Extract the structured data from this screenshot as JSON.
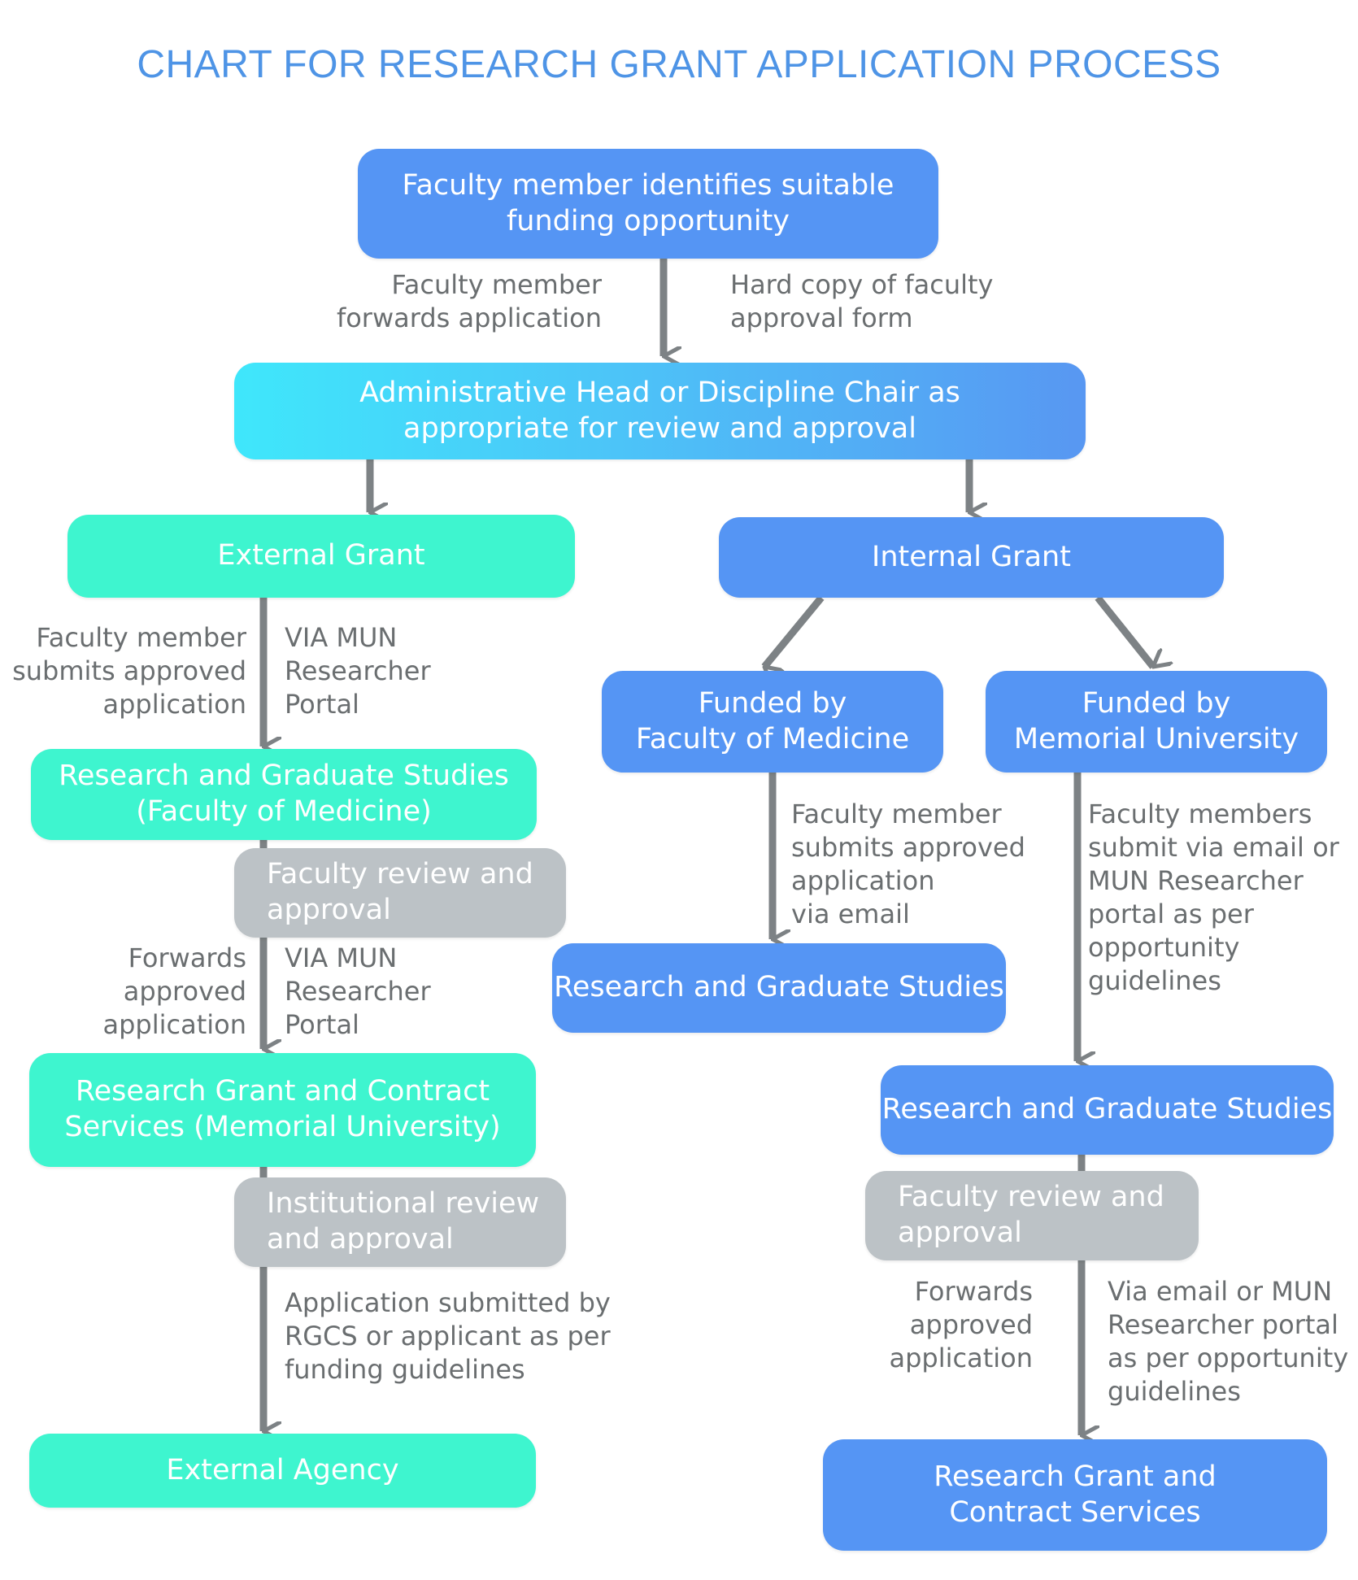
{
  "title": "CHART FOR RESEARCH GRANT APPLICATION PROCESS",
  "nodes": {
    "start": [
      "Faculty member identifies suitable",
      "funding opportunity"
    ],
    "admin": [
      "Administrative Head or Discipline Chair as",
      "appropriate for review and approval"
    ],
    "external_grant": [
      "External Grant"
    ],
    "internal_grant": [
      "Internal Grant"
    ],
    "funded_medicine": [
      "Funded by",
      "Faculty of Medicine"
    ],
    "funded_mun": [
      "Funded by",
      "Memorial University"
    ],
    "rgs_fom": [
      "Research and Graduate Studies",
      "(Faculty of Medicine)"
    ],
    "faculty_review_left": [
      "Faculty review and",
      "approval"
    ],
    "rgcs_mun": [
      "Research Grant and Contract",
      "Services (Memorial University)"
    ],
    "institutional_review": [
      "Institutional review",
      "and approval"
    ],
    "external_agency": [
      "External Agency"
    ],
    "rgs_mid": [
      "Research and Graduate Studies"
    ],
    "rgs_right": [
      "Research and Graduate Studies"
    ],
    "faculty_review_right": [
      "Faculty review and",
      "approval"
    ],
    "rgcs_right": [
      "Research Grant and",
      "Contract Services"
    ]
  },
  "labels": {
    "fm_forwards": [
      "Faculty member",
      "forwards application"
    ],
    "hard_copy": [
      "Hard copy of faculty",
      "approval form"
    ],
    "fm_submits_left": [
      "Faculty member",
      "submits approved",
      "application"
    ],
    "via_mun_1": [
      "VIA MUN",
      "Researcher",
      "Portal"
    ],
    "forwards_left": [
      "Forwards",
      "approved",
      "application"
    ],
    "via_mun_2": [
      "VIA MUN",
      "Researcher",
      "Portal"
    ],
    "app_submitted": [
      "Application submitted by",
      "RGCS or applicant as per",
      "funding guidelines"
    ],
    "fm_submits_mid": [
      "Faculty member",
      "submits approved",
      "application",
      "via email"
    ],
    "fms_submit_right": [
      "Faculty members",
      "submit via email or",
      "MUN Researcher",
      "portal as per",
      "opportunity",
      "guidelines"
    ],
    "forwards_right": [
      "Forwards",
      "approved",
      "application"
    ],
    "via_email_right": [
      "Via email or MUN",
      "Researcher portal",
      "as per opportunity",
      "guidelines"
    ]
  },
  "colors": {
    "title": "#4e94e6",
    "blue_box": "#5595f4",
    "teal_box": "#3ef5cf",
    "grey_box": "#bcc2c6",
    "connector": "#7d8285",
    "label_text": "#6a6e70"
  }
}
